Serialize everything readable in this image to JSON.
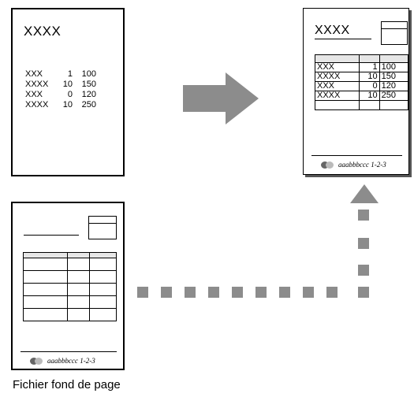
{
  "source_page": {
    "title": "XXXX",
    "rows": [
      [
        "XXX",
        "1",
        "100"
      ],
      [
        "XXXX",
        "10",
        "150"
      ],
      [
        "XXX",
        "0",
        "120"
      ],
      [
        "XXXX",
        "10",
        "250"
      ]
    ]
  },
  "result_page": {
    "title": "XXXX",
    "rows": [
      [
        "XXX",
        "1",
        "100"
      ],
      [
        "XXXX",
        "10",
        "150"
      ],
      [
        "XXX",
        "0",
        "120"
      ],
      [
        "XXXX",
        "10",
        "250"
      ]
    ],
    "footer_text": "aaabbbccc 1-2-3"
  },
  "template_page": {
    "footer_text": "aaabbbccc 1-2-3"
  },
  "caption": "Fichier fond de page",
  "colors": {
    "arrow": "#8c8c8c",
    "dots": "#8c8c8c"
  }
}
